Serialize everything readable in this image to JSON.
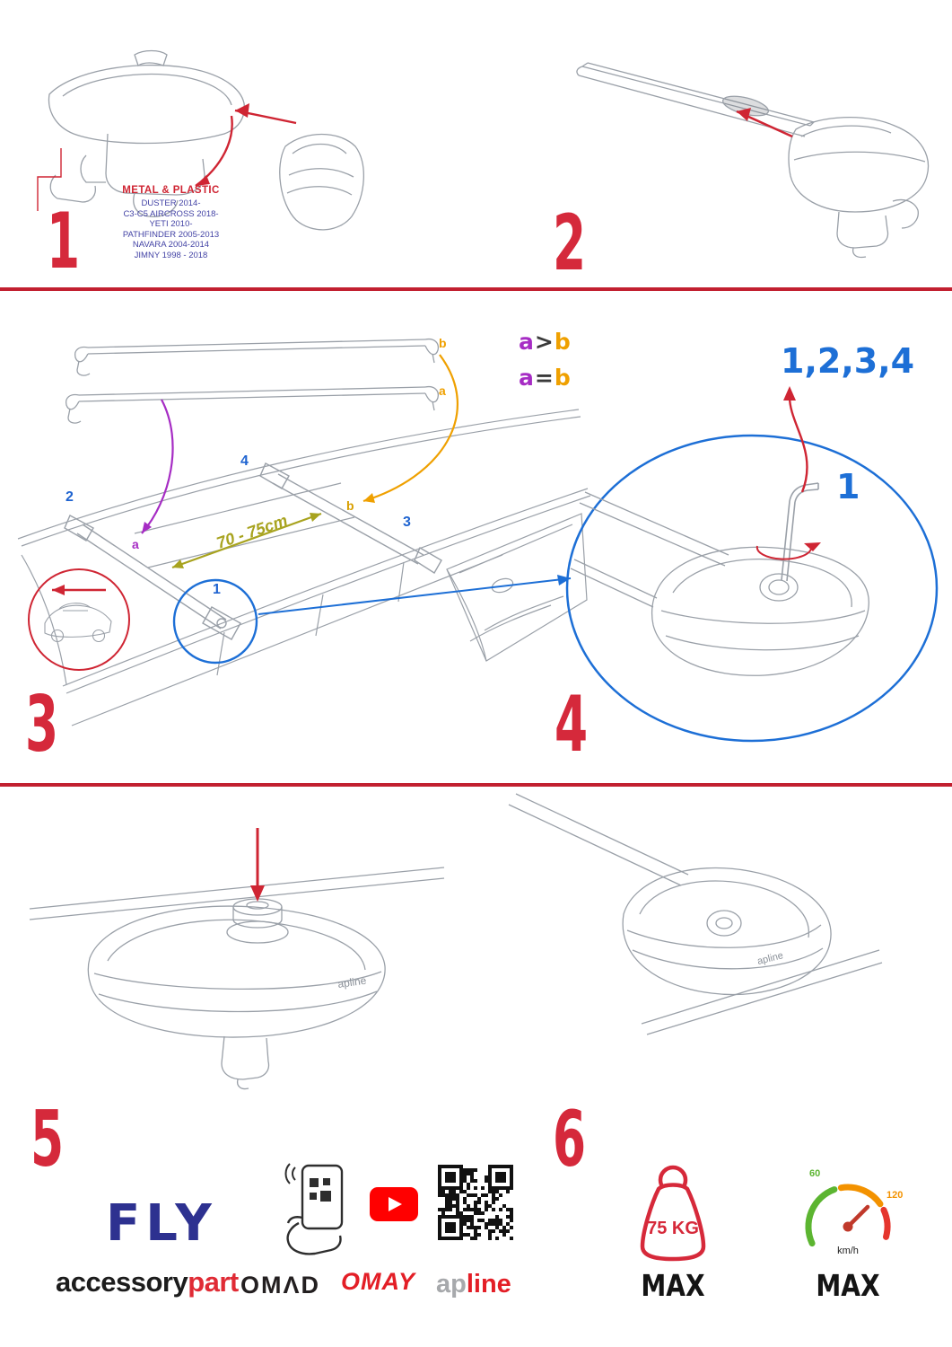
{
  "palette": {
    "red": "#cf2533",
    "step_red": "#d5293b",
    "blue": "#1d6fd6",
    "navy": "#2d3190",
    "purple": "#a62cc4",
    "orange": "#efa000",
    "olive": "#a8a31f",
    "line_gray": "#9aa0a8"
  },
  "steps": {
    "s1": {
      "number": "1",
      "heading": "METAL & PLASTIC",
      "models": [
        "DUSTER 2014-",
        "C3-C5 AIRCROSS 2018-",
        "YETI 2010-",
        "PATHFINDER 2005-2013",
        "NAVARA 2004-2014",
        "JIMNY 1998 - 2018"
      ]
    },
    "s2": {
      "number": "2"
    },
    "s3": {
      "number": "3",
      "compare1": {
        "a": "a",
        "op": ">",
        "b": "b"
      },
      "compare2": {
        "a": "a",
        "op": "=",
        "b": "b"
      },
      "measurement": "70 - 75cm",
      "bar_label_b": "b",
      "bar_label_a": "a",
      "roof_label_a": "a",
      "roof_label_b": "b",
      "pos1": "1",
      "pos2": "2",
      "pos3": "3",
      "pos4": "4"
    },
    "s4": {
      "number": "4",
      "sequence": "1,2,3,4",
      "callout": "1"
    },
    "s5": {
      "number": "5",
      "foot_brand": "apline"
    },
    "s6": {
      "number": "6",
      "foot_brand": "apline"
    }
  },
  "limits": {
    "weight": "75 KG",
    "weight_max": "MAX",
    "speed_low": "60",
    "speed_high": "120",
    "speed_unit": "km/h",
    "speed_max": "MAX"
  },
  "footer": {
    "product": "FLY",
    "brand_black": "accessory",
    "brand_red": "part",
    "omad": "OMΛD",
    "omay": "OMAY",
    "apline_gray": "ap",
    "apline_red": "line"
  }
}
